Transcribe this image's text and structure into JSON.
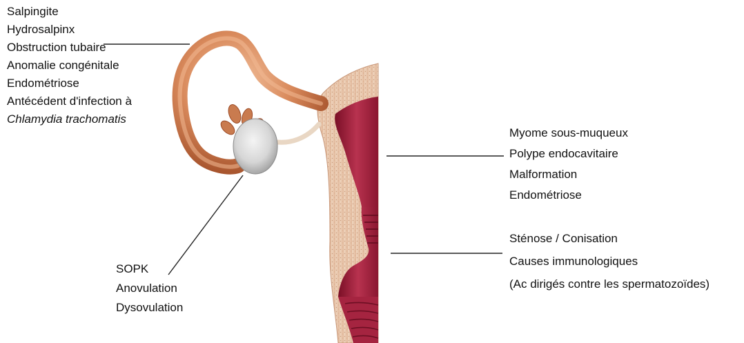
{
  "tubal_causes": {
    "items": [
      "Salpingite",
      "Hydrosalpinx",
      "Obstruction tubaire",
      "Anomalie congénitale",
      "Endométriose",
      "Antécédent d'infection à"
    ],
    "organism": "Chlamydia trachomatis"
  },
  "ovarian_causes": {
    "items": [
      "SOPK",
      "Anovulation",
      "Dysovulation"
    ]
  },
  "uterine_causes": {
    "items": [
      "Myome sous-muqueux",
      "Polype endocavitaire",
      "Malformation",
      "Endométriose"
    ]
  },
  "cervical_causes": {
    "items": [
      "Sténose / Conisation",
      "Causes immunologiques",
      "(Ac dirigés contre les spermatozoïdes)"
    ]
  },
  "colors": {
    "tube": "#d98a5c",
    "tube_shadow": "#a8552e",
    "ovary": "#d9d9d9",
    "uterine_wall": "#e8c4a8",
    "cavity": "#9c1f3a",
    "leader_line": "#222222"
  }
}
